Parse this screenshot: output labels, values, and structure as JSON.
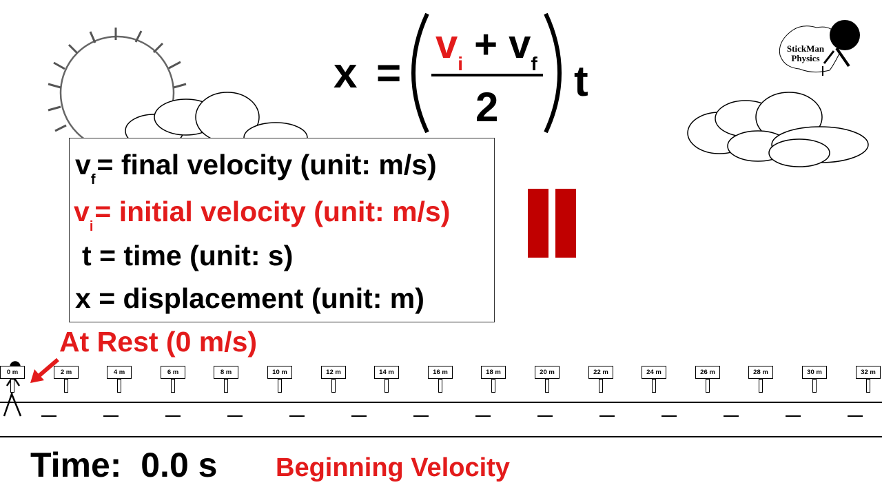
{
  "formula": {
    "lhs": "x",
    "equals": "=",
    "v_symbol": "v",
    "initial_sub": "i",
    "plus": "+",
    "final_sub": "f",
    "denominator": "2",
    "time": "t"
  },
  "legend": {
    "rows": [
      {
        "symbol": "v",
        "sub": "f",
        "text": "= final velocity (unit: m/s)",
        "color": "#000000"
      },
      {
        "symbol": "v",
        "sub": "i",
        "text": "= initial velocity (unit: m/s)",
        "color": "#e31b1b"
      },
      {
        "symbol": "t",
        "sub": "",
        "text": "= time (unit: s)",
        "color": "#000000"
      },
      {
        "symbol": "x",
        "sub": "",
        "text": "= displacement (unit: m)",
        "color": "#000000"
      }
    ]
  },
  "state_label": "At Rest (0 m/s)",
  "timer": {
    "label": "Time:",
    "value": "0.0 s"
  },
  "caption": "Beginning Velocity",
  "logo": {
    "line1": "StickMan",
    "line2": "Physics"
  },
  "markers": [
    "0 m",
    "2 m",
    "4 m",
    "6 m",
    "8 m",
    "10 m",
    "12 m",
    "14 m",
    "16 m",
    "18 m",
    "20 m",
    "22 m",
    "24 m",
    "26 m",
    "28 m",
    "30 m",
    "32 m"
  ],
  "icons": [
    "sun-icon",
    "cloud-icon",
    "pause-icon",
    "stickman-icon",
    "arrow-icon",
    "logo-icon"
  ],
  "colors": {
    "red": "#e31b1b",
    "pause": "#c00000",
    "ink": "#000000"
  }
}
